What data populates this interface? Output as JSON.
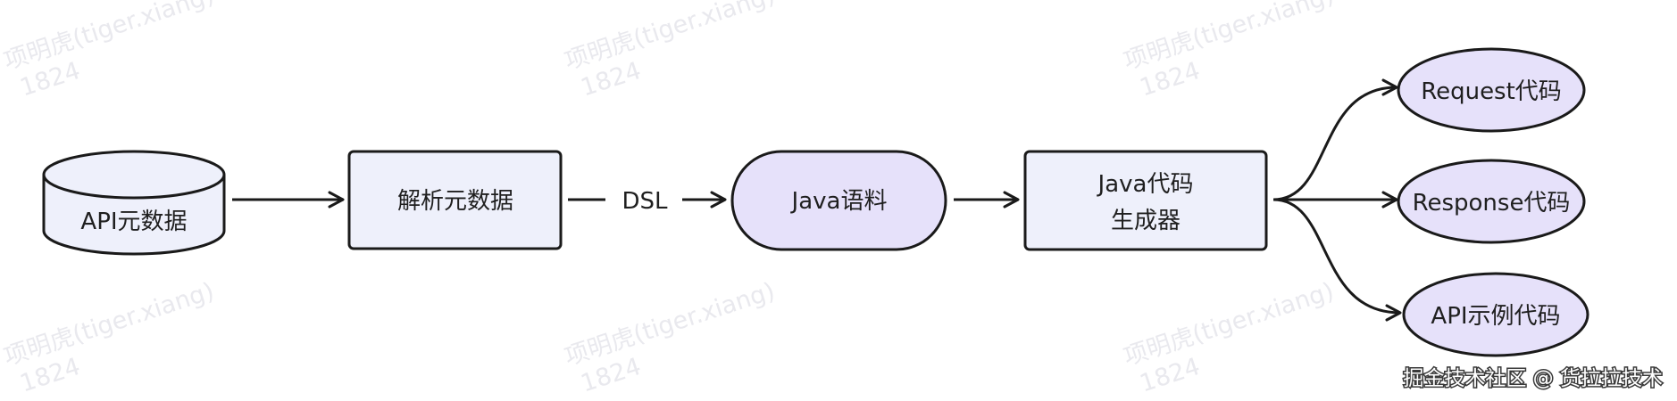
{
  "watermark": {
    "line1": "项明虎(tiger.xiang)",
    "line2": "1824"
  },
  "nodes": {
    "api_metadata": "API元数据",
    "parse_metadata": "解析元数据",
    "java_corpus": "Java语料",
    "generator_line1": "Java代码",
    "generator_line2": "生成器",
    "request_code": "Request代码",
    "response_code": "Response代码",
    "api_example_code": "API示例代码"
  },
  "edges": {
    "dsl_label": "DSL"
  },
  "credit": "掘金技术社区 @ 货拉拉技术",
  "colors": {
    "stroke": "#1a1a1a",
    "rect_fill": "#eef0fb",
    "ellipse_fill": "#e6e1fa",
    "cylinder_fill": "#eef0fb"
  }
}
